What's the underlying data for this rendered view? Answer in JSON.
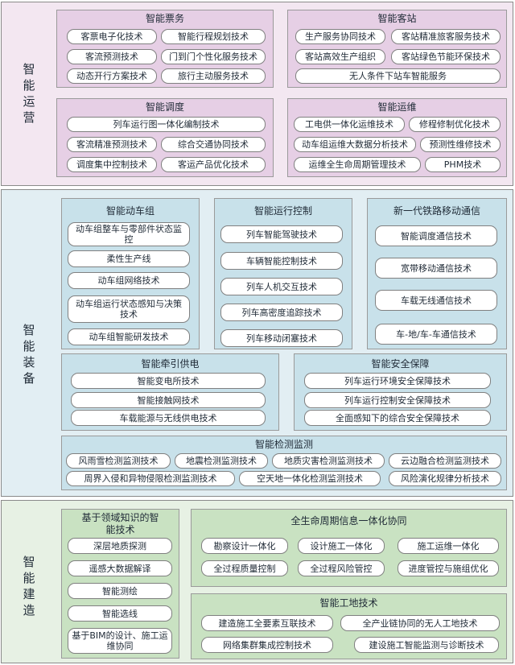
{
  "sections": {
    "operation": {
      "label": "智能运营",
      "groups": {
        "ticketing": {
          "title": "智能票务",
          "items": [
            "客票电子化技术",
            "智能行程规划技术",
            "客流预测技术",
            "门到门个性化服务技术",
            "动态开行方案技术",
            "旅行主动服务技术"
          ]
        },
        "station": {
          "title": "智能客站",
          "items": [
            "生产服务协同技术",
            "客站精准旅客服务技术",
            "客站高效生产组织",
            "客站绿色节能环保技术",
            "无人条件下站车智能服务"
          ]
        },
        "dispatch": {
          "title": "智能调度",
          "items": [
            "列车运行图一体化编制技术",
            "客流精准预测技术",
            "综合交通协同技术",
            "调度集中控制技术",
            "客运产品优化技术"
          ]
        },
        "maintenance": {
          "title": "智能运维",
          "items": [
            "工电供一体化运维技术",
            "修程修制优化技术",
            "动车组运维大数据分析技术",
            "预测性维修技术",
            "运维全生命周期管理技术",
            "PHM技术"
          ]
        }
      }
    },
    "equipment": {
      "label": "智能装备",
      "groups": {
        "emu": {
          "title": "智能动车组",
          "items": [
            "动车组整车与零部件状态监控",
            "柔性生产线",
            "动车组网络技术",
            "动车组运行状态感知与决策技术",
            "动车组智能研发技术"
          ]
        },
        "control": {
          "title": "智能运行控制",
          "items": [
            "列车智能驾驶技术",
            "车辆智能控制技术",
            "列车人机交互技术",
            "列车高密度追踪技术",
            "列车移动闭塞技术"
          ]
        },
        "comm": {
          "title": "新一代铁路移动通信",
          "items": [
            "智能调度通信技术",
            "宽带移动通信技术",
            "车载无线通信技术",
            "车-地/车-车通信技术"
          ]
        },
        "traction": {
          "title": "智能牵引供电",
          "items": [
            "智能变电所技术",
            "智能接触网技术",
            "车载能源与无线供电技术"
          ]
        },
        "safety": {
          "title": "智能安全保障",
          "items": [
            "列车运行环境安全保障技术",
            "列车运行控制安全保障技术",
            "全面感知下的综合安全保障技术"
          ]
        },
        "monitoring": {
          "title": "智能检测监测",
          "items": [
            "风雨雪检测监测技术",
            "地震检测监测技术",
            "地质灾害检测监测技术",
            "云边融合检测监测技术",
            "周界入侵和异物侵限检测监测技术",
            "空天地一体化检测监测技术",
            "风险演化规律分析技术"
          ]
        }
      }
    },
    "construction": {
      "label": "智能建造",
      "groups": {
        "knowledge": {
          "title": "基于领域知识的智能技术",
          "items": [
            "深层地质探测",
            "遥感大数据解译",
            "智能测绘",
            "智能选线",
            "基于BIM的设计、施工运维协同"
          ]
        },
        "lifecycle": {
          "title": "全生命周期信息一体化协同",
          "items": [
            "勘察设计一体化",
            "设计施工一体化",
            "施工运维一体化",
            "全过程质量控制",
            "全过程风险管控",
            "进度管控与施组优化"
          ]
        },
        "site": {
          "title": "智能工地技术",
          "items": [
            "建造施工全要素互联技术",
            "全产业链协同的无人工地技术",
            "网络集群集成控制技术",
            "建设施工智能监测与诊断技术"
          ]
        }
      }
    }
  }
}
